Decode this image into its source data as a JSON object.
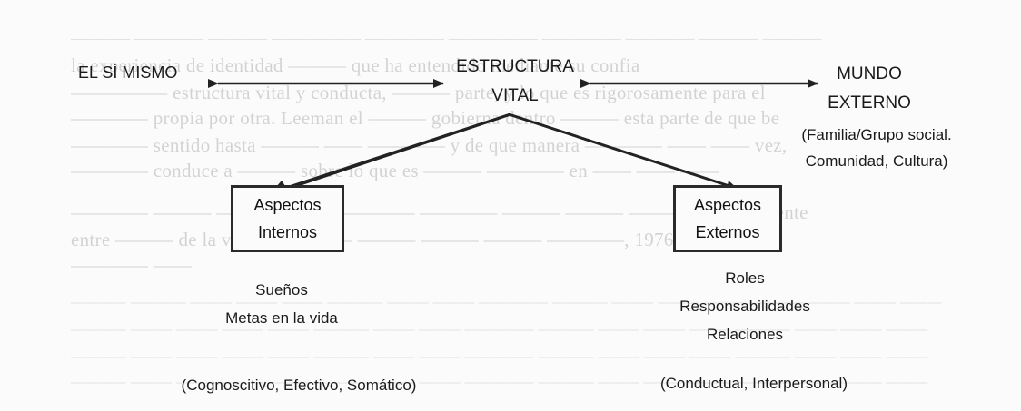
{
  "nodes": {
    "self": "EL SÍ MISMO",
    "structure": [
      "ESTRUCTURA",
      "VITAL"
    ],
    "external_world": [
      "MUNDO",
      "EXTERNO"
    ],
    "external_world_detail": [
      "(Familia/Grupo social.",
      "Comunidad, Cultura)"
    ]
  },
  "boxes": {
    "internal": [
      "Aspectos",
      "Internos"
    ],
    "external": [
      "Aspectos",
      "Externos"
    ]
  },
  "internal_items": [
    "Sueños",
    "Metas en la vida"
  ],
  "internal_note": "(Cognoscitivo, Efectivo, Somático)",
  "external_items": [
    "Roles",
    "Responsabilidades",
    "Relaciones"
  ],
  "external_note": "(Conductual, Interpersonal)",
  "colors": {
    "ink": "#1a1a1a",
    "paper": "#fbfbfb"
  }
}
